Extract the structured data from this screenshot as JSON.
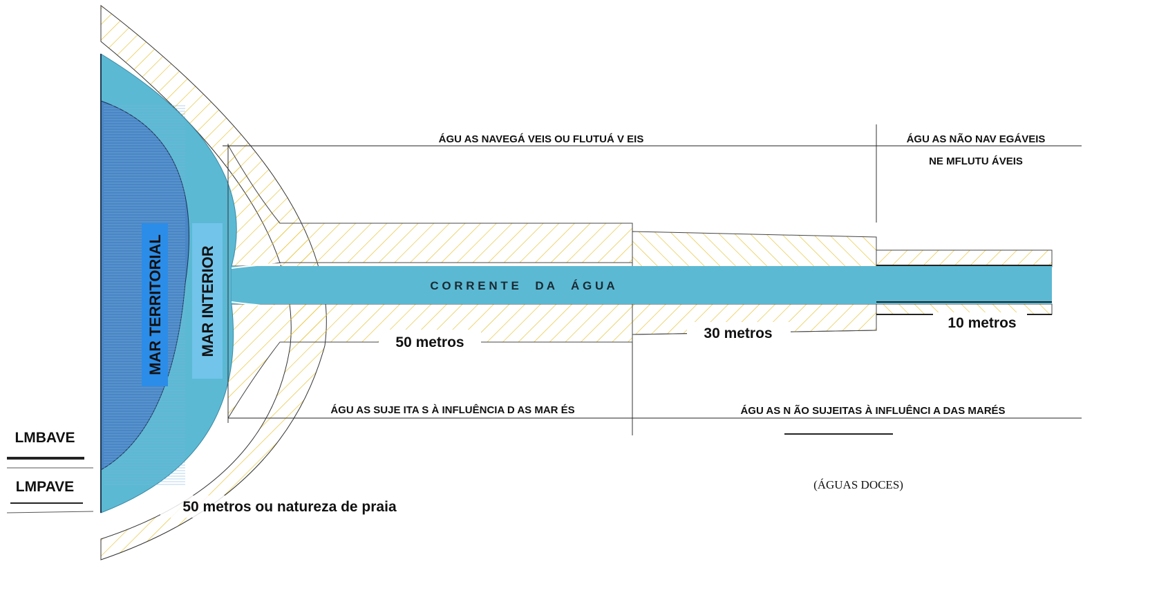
{
  "diagram": {
    "labels": {
      "navigable": "ÁGU AS NAVEGÁ VEIS OU FLUTUÁ V EIS",
      "non_navigable_1": "ÁGU AS NÃO NAV EGÁVEIS",
      "non_navigable_2": "NE MFLUTU ÁVEIS",
      "current": "C O R R E N T E     D A     Á G U A",
      "mar_territorial": "MAR TERRITORIAL",
      "mar_interior": "MAR INTERIOR",
      "width_50": "50 metros",
      "width_30": "30 metros",
      "width_10": "10 metros",
      "tidal": "ÁGU AS SUJE ITA S À INFLUÊNCIA D AS MAR ÉS",
      "non_tidal": "ÁGU AS N ÃO SUJEITAS À INFLUÊNCI A DAS MARÉS",
      "lmbave": "LMBAVE",
      "lmpave": "LMPAVE",
      "beach": "50 metros ou natureza de praia",
      "fresh_water": "(ÁGUAS DOCES)"
    },
    "colors": {
      "water": "#5bb9d3",
      "territorial_sea": "#4a86c5",
      "territorial_label_bg": "#2b8de8",
      "interior_label_bg": "#72c4ea",
      "hatch": "#e8c43a",
      "line": "#222222"
    }
  }
}
